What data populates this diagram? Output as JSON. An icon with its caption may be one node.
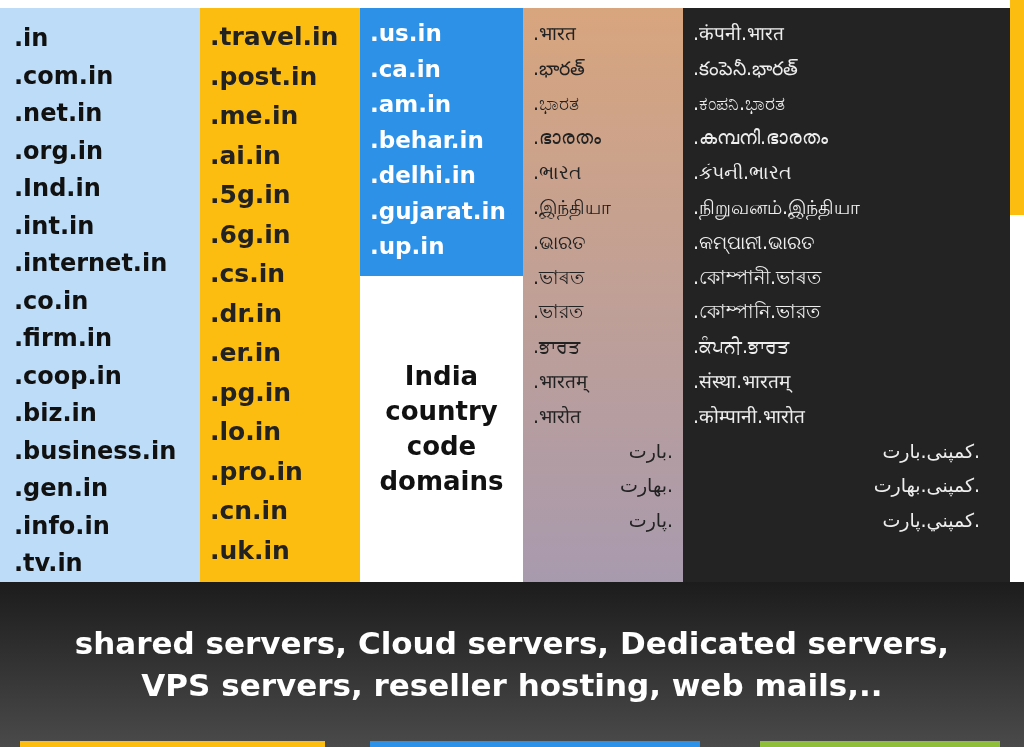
{
  "diagram": {
    "nodes": [
      {
        "text": [
          ".in",
          ".com.in",
          ".net.in",
          ".org.in",
          ".Ind.in",
          ".int.in",
          ".internet.in",
          ".co.in",
          ".firm.in",
          ".coop.in",
          ".biz.in",
          ".business.in",
          ".gen.in",
          ".info.in",
          ".tv.in"
        ]
      },
      {
        "text": [
          ".travel.in",
          ".post.in",
          ".me.in",
          ".ai.in",
          ".5g.in",
          ".6g.in",
          ".cs.in",
          ".dr.in",
          ".er.in",
          ".pg.in",
          ".lo.in",
          ".pro.in",
          ".cn.in",
          ".uk.in"
        ]
      },
      {
        "text": [
          ".us.in",
          ".ca.in",
          ".am.in",
          ".behar.in",
          ".delhi.in",
          ".gujarat.in",
          ".up.in"
        ]
      },
      {
        "text": [
          "India country code domains"
        ]
      },
      {
        "text": [
          ".भारत",
          ".భారత్",
          ".ಭಾರತ",
          ".ഭാരതം",
          ".ભારત",
          ".இந்தியா",
          ".ଭାରତ",
          ".ভাৰত",
          ".ভারত",
          ".ਭਾਰਤ",
          ".भारतम्",
          ".भारोत",
          ".بارت",
          ".بهارت",
          ".پارت"
        ]
      },
      {
        "text": [
          ".कंपनी.भारत",
          ".కంపెనీ.భారత్",
          ".ಕಂಪನಿ.ಭಾರತ",
          ".കമ്പനി.ഭാരതം",
          ".કંપની.ભારત",
          ".நிறுவனம்.இந்தியா",
          ".କମ୍ପାନୀ.ଭାରତ",
          ".কোম্পানী.ভাৰত",
          ".কোম্পানি.ভারত",
          ".ਕੰਪਨੀ.ਭਾਰਤ",
          ".संस्था.भारतम्",
          ".कोम्पानी.भारोत",
          ".کمپنی.بارت",
          ".کمپنی.بهارت",
          ".کمپني.پارت"
        ]
      },
      {
        "text": [
          "shared servers, Cloud servers, Dedicated servers, VPS servers, reseller hosting, web mails,.."
        ]
      }
    ]
  }
}
